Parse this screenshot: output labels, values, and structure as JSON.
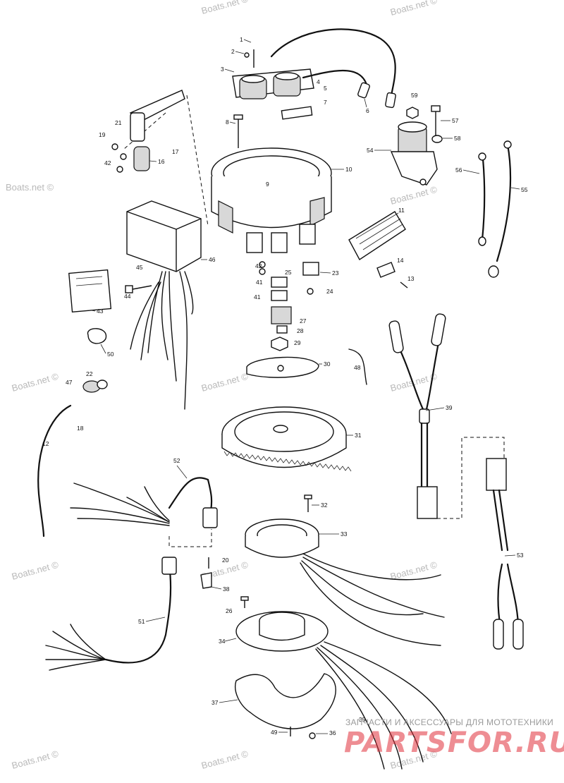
{
  "watermarks": [
    "Boats.net ©",
    "Boats.net ©",
    "Boats.net ©",
    "Boats.net ©",
    "Boats.net ©",
    "Boats.net ©",
    "Boats.net ©",
    "Boats.net ©",
    "Boats.net ©",
    "Boats.net ©",
    "Boats.net ©",
    "Boats.net ©",
    "Boats.net ©"
  ],
  "callouts": [
    "1",
    "2",
    "3",
    "4",
    "5",
    "6",
    "7",
    "8",
    "9",
    "10",
    "11",
    "12",
    "13",
    "14",
    "16",
    "17",
    "18",
    "19",
    "20",
    "21",
    "22",
    "23",
    "24",
    "25",
    "26",
    "27",
    "28",
    "29",
    "30",
    "31",
    "32",
    "33",
    "34",
    "35",
    "36",
    "37",
    "38",
    "39",
    "41",
    "41",
    "42",
    "42",
    "43",
    "44",
    "45",
    "46",
    "47",
    "48",
    "49",
    "50",
    "51",
    "52",
    "53",
    "54",
    "55",
    "56",
    "57",
    "58",
    "59"
  ],
  "brand": {
    "text": "ЗАПЧАСТИ И АКСЕССУАРЫ ДЛЯ МОТОТЕХНИКИ",
    "logo": "PARTSFOR.RU"
  }
}
